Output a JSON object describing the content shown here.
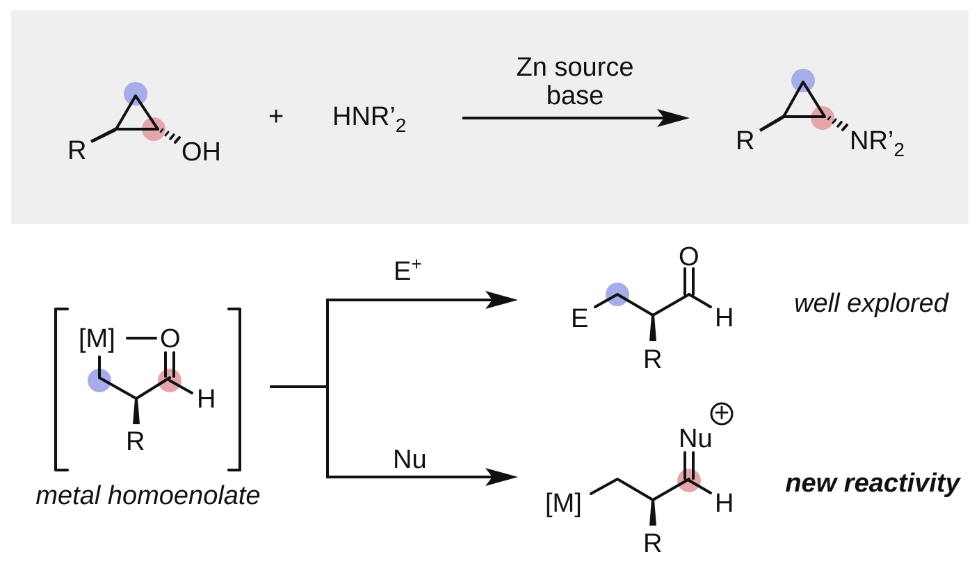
{
  "colors": {
    "panel_background": "#efefef",
    "highlight_blue": "#a7acea",
    "highlight_red": "#e3a6aa",
    "ink": "#111111"
  },
  "top_scheme": {
    "reactant": {
      "substituent": "R",
      "hydroxyl": "OH"
    },
    "plus_sign": "+",
    "amine": {
      "prefix": "HNR’",
      "subscript": "2"
    },
    "conditions": {
      "line1": "Zn source",
      "line2": "base"
    },
    "product": {
      "substituent": "R",
      "amine_prefix": "NR’",
      "amine_subscript": "2"
    }
  },
  "bottom_scheme": {
    "homoenolate": {
      "metal": "[M]",
      "oxygen": "O",
      "hydrogen": "H",
      "substituent": "R",
      "caption": "metal homoenolate"
    },
    "upper_branch": {
      "reagent_base": "E",
      "reagent_charge": "+",
      "product": {
        "electrophile": "E",
        "oxygen": "O",
        "hydrogen": "H",
        "substituent": "R"
      },
      "tag": "well explored"
    },
    "lower_branch": {
      "reagent": "Nu",
      "product": {
        "metal": "[M]",
        "nucleophile": "Nu",
        "hydrogen": "H",
        "substituent": "R",
        "charge_symbol": "+"
      },
      "tag": "new reactivity"
    }
  }
}
